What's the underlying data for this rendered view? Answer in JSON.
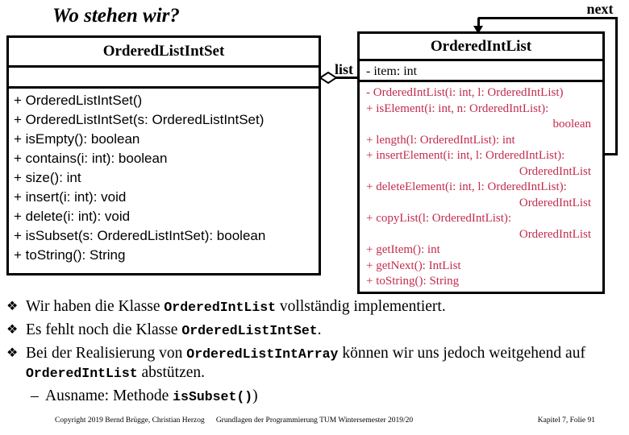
{
  "slide": {
    "title": "Wo stehen wir?"
  },
  "diagram": {
    "next_label": "next",
    "list_label": "list",
    "method_color": "#c22c4d",
    "left_class": {
      "name": "OrderedListIntSet",
      "attributes": [],
      "methods": [
        "+ OrderedListIntSet()",
        "+ OrderedListIntSet(s: OrderedListIntSet)",
        "+ isEmpty(): boolean",
        "+ contains(i: int): boolean",
        "+ size(): int",
        "+ insert(i: int): void",
        "+ delete(i: int): void",
        "+ isSubset(s: OrderedListIntSet): boolean",
        "+ toString(): String"
      ]
    },
    "right_class": {
      "name": "OrderedIntList",
      "attribute": "- item: int",
      "methods": [
        {
          "text": "- OrderedIntList(i: int, l: OrderedIntList)",
          "align": "left"
        },
        {
          "text": "+ isElement(i: int,  n: OrderedIntList):",
          "align": "left"
        },
        {
          "text": "boolean",
          "align": "right"
        },
        {
          "text": "+ length(l: OrderedIntList): int",
          "align": "left"
        },
        {
          "text": "+ insertElement(i: int, l: OrderedIntList):",
          "align": "left"
        },
        {
          "text": "OrderedIntList",
          "align": "right"
        },
        {
          "text": "+ deleteElement(i: int, l: OrderedIntList):",
          "align": "left"
        },
        {
          "text": "OrderedIntList",
          "align": "right"
        },
        {
          "text": "+ copyList(l: OrderedIntList):",
          "align": "left"
        },
        {
          "text": "OrderedIntList",
          "align": "right"
        },
        {
          "text": "+ getItem(): int",
          "align": "left"
        },
        {
          "text": "+ getNext(): IntList",
          "align": "left"
        },
        {
          "text": "+ toString(): String",
          "align": "left"
        }
      ]
    }
  },
  "bullets": [
    {
      "level": 1,
      "glyph": "❖",
      "parts": [
        {
          "t": "Wir haben die Klasse "
        },
        {
          "t": "OrderedIntList",
          "mono": true
        },
        {
          "t": "  vollständig implementiert."
        }
      ]
    },
    {
      "level": 1,
      "glyph": "❖",
      "parts": [
        {
          "t": "Es fehlt noch die Klasse "
        },
        {
          "t": "OrderedListIntSet",
          "mono": true
        },
        {
          "t": "."
        }
      ]
    },
    {
      "level": 1,
      "glyph": "❖",
      "parts": [
        {
          "t": "Bei der Realisierung von "
        },
        {
          "t": "OrderedListIntArray",
          "mono": true
        },
        {
          "t": " können wir uns jedoch weitgehend auf "
        },
        {
          "t": "OrderedIntList",
          "mono": true
        },
        {
          "t": "  abstützen."
        }
      ]
    },
    {
      "level": 2,
      "glyph": "–",
      "parts": [
        {
          "t": "Ausname: Methode "
        },
        {
          "t": "isSubset()",
          "mono": true
        },
        {
          "t": ")"
        }
      ]
    }
  ],
  "footer": {
    "left": "Copyright 2019 Bernd Brügge, Christian Herzog",
    "center": "Grundlagen der Programmierung  TUM Wintersemester 2019/20",
    "right": "Kapitel 7, Folie 91"
  }
}
